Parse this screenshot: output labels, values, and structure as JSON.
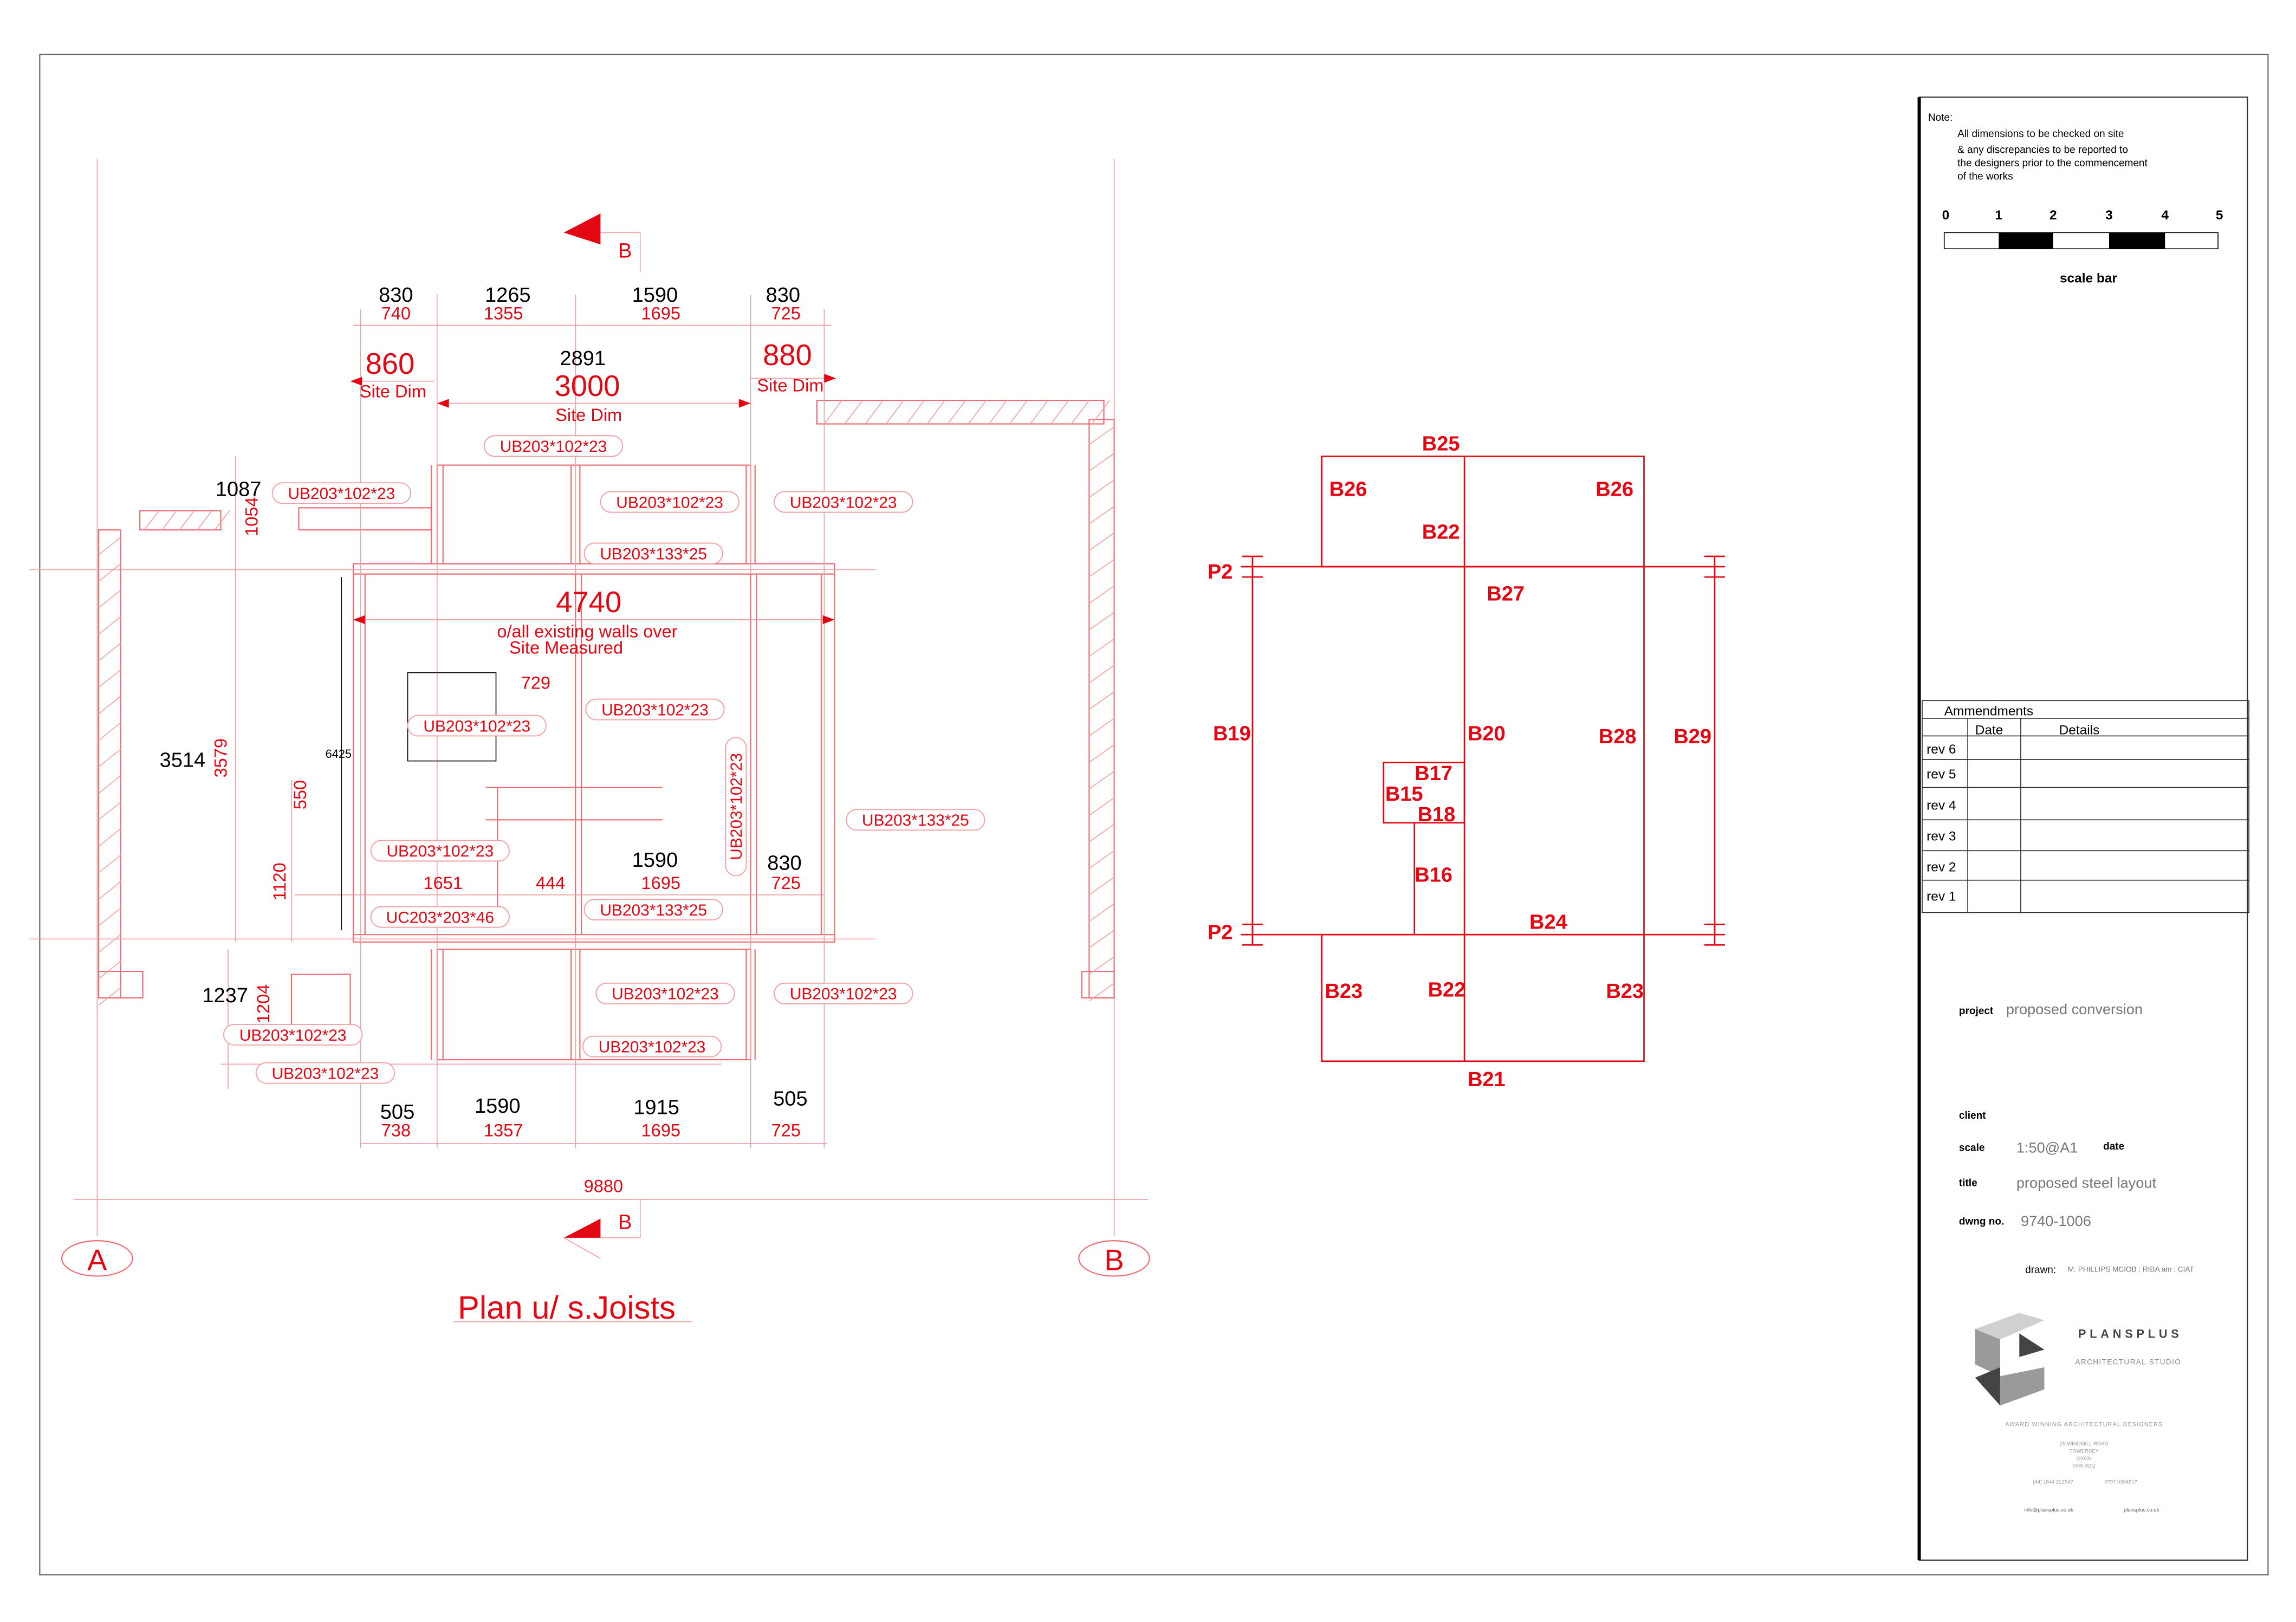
{
  "colors": {
    "drawing_red": "#e30613",
    "light_red": "#f2a0a4",
    "title_grey": "#777777",
    "logo_dark": "#444444",
    "logo_mid": "#9a9a9a",
    "logo_light": "#d0d0d0"
  },
  "sheet": {
    "note": {
      "heading": "Note:",
      "lines": [
        "All dimensions to be checked on site",
        "& any discrepancies to be reported to",
        "the designers prior to the commencement",
        "of the works"
      ]
    },
    "scale_bar": {
      "ticks": [
        "0",
        "1",
        "2",
        "3",
        "4",
        "5"
      ],
      "label": "scale bar"
    },
    "amendments": {
      "heading": "Ammendments",
      "col_date": "Date",
      "col_details": "Details",
      "rows": [
        "rev 6",
        "rev 5",
        "rev 4",
        "rev 3",
        "rev 2",
        "rev 1"
      ]
    },
    "project": {
      "label": "project",
      "value": "proposed conversion"
    },
    "client": {
      "label": "client"
    },
    "scale": {
      "label": "scale",
      "value": "1:50@A1"
    },
    "date": {
      "label": "date"
    },
    "title": {
      "label": "title",
      "value": "proposed steel layout"
    },
    "dwng": {
      "label": "dwng no.",
      "value": "9740-1006"
    },
    "drawn": {
      "label": "drawn:",
      "value": "M. PHILLIPS  MCIOB : RIBA am : CIAT"
    },
    "logo": {
      "name": "PLANSPLUS",
      "subtitle": "ARCHITECTURAL STUDIO",
      "tagline": "AWARD WINNING ARCHITECTURAL DESIGNERS",
      "address": [
        "29 WINDMILL ROAD",
        "TOWERSEY",
        "OXON",
        "OX9 3QQ"
      ],
      "phone": "[44] 1844 212547",
      "mobile": "0797 0304517",
      "email": "info@plansplus.co.uk",
      "web": "plansplus.co.uk"
    }
  },
  "plan": {
    "title": "Plan u/ s.Joists",
    "grid": [
      "A",
      "B"
    ],
    "section_mark": "B",
    "site_dim": "Site Dim",
    "overall_note": [
      "o/all existing walls over",
      "Site Measured"
    ],
    "dims": {
      "top_black": [
        "830",
        "1265",
        "1590",
        "830"
      ],
      "top_red": [
        "740",
        "1355",
        "1695",
        "725"
      ],
      "site_left": "860",
      "site_mid_black": "2891",
      "site_mid": "3000",
      "site_right": "880",
      "d1087": "1087",
      "d1054": "1054",
      "d4740": "4740",
      "d729": "729",
      "d3514": "3514",
      "d3579": "3579",
      "d6425": "6425",
      "d550": "550",
      "d1120": "1120",
      "d1651": "1651",
      "d444": "444",
      "mid_black": [
        "1590",
        "830"
      ],
      "mid_red": [
        "1695",
        "725"
      ],
      "d1237": "1237",
      "d1204": "1204",
      "bot_black": [
        "505",
        "1590",
        "1915",
        "505"
      ],
      "bot_red": [
        "738",
        "1357",
        "1695",
        "725"
      ],
      "d9880": "9880"
    },
    "beam_tags": [
      "UB203*102*23",
      "UB203*102*23",
      "UB203*102*23",
      "UB203*102*23",
      "UB203*133*25",
      "UB203*102*23",
      "UB203*102*23",
      "UB203*102*23",
      "UB203*133*25",
      "UB203*102*23",
      "UC203*203*46",
      "UB203*133*25",
      "UB203*102*23",
      "UB203*102*23",
      "UB203*102*23",
      "UB203*102*23",
      "UB203*102*23"
    ]
  },
  "beam_layout": {
    "labels": [
      "B25",
      "B26",
      "B26",
      "B22",
      "B27",
      "P2",
      "B19",
      "B20",
      "B28",
      "B29",
      "B17",
      "B15",
      "B18",
      "B16",
      "P2",
      "B24",
      "B23",
      "B22",
      "B23",
      "B21"
    ]
  }
}
